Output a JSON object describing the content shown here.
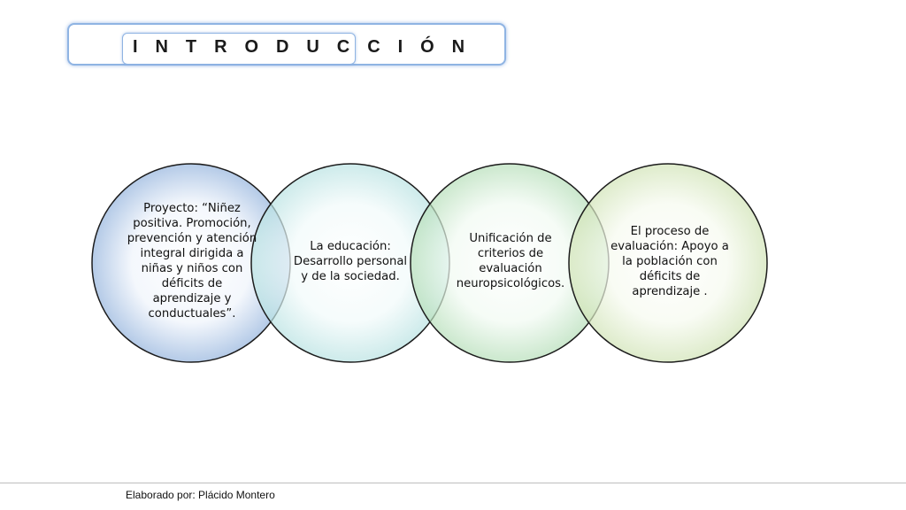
{
  "title": "I N T R O D U C C I Ó N",
  "circles": [
    {
      "text": "Proyecto: “Niñez positiva. Promoción, prevención y atención integral dirigida a niñas y niños con déficits de aprendizaje y conductuales”.",
      "color": "#a7c1e3"
    },
    {
      "text": "La educación: Desarrollo personal y de la sociedad.",
      "color": "#b8e2e2"
    },
    {
      "text": "Unificación de criterios de evaluación neuropsicológicos.",
      "color": "#b5deb8"
    },
    {
      "text": "El proceso de evaluación: Apoyo a la población con déficits de aprendizaje .",
      "color": "#d0e3b5"
    }
  ],
  "footer": "Elaborado por: Plácido Montero"
}
